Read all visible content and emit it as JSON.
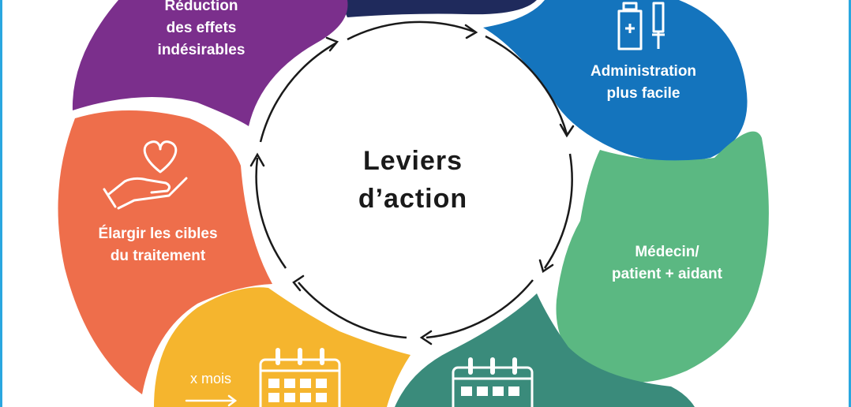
{
  "center": {
    "title": "Leviers\nd’action"
  },
  "segments": [
    {
      "id": "reduction",
      "label": "Réduction\ndes effets\nindésirables",
      "color": "#7b2f8c"
    },
    {
      "id": "top",
      "label": "",
      "color": "#1f2a5c"
    },
    {
      "id": "administration",
      "label": "Administration\nplus facile",
      "color": "#1474bd",
      "icon": "vial-syringe-icon"
    },
    {
      "id": "medecin",
      "label": "Médecin/\npatient + aidant",
      "color": "#5bb882"
    },
    {
      "id": "bottom-right",
      "label": "",
      "color": "#3a8b7b",
      "icon": "calendar-icon"
    },
    {
      "id": "bottom-left",
      "label": "",
      "color": "#f5b52e",
      "icon": "calendar-icon",
      "sublabel": "x mois"
    },
    {
      "id": "elargir",
      "label": "Élargir les cibles\ndu traitement",
      "color": "#ee6e4b",
      "icon": "heart-hand-icon"
    }
  ],
  "colors": {
    "frame": "#2aa7e0",
    "arrow": "#1a1a1a"
  }
}
